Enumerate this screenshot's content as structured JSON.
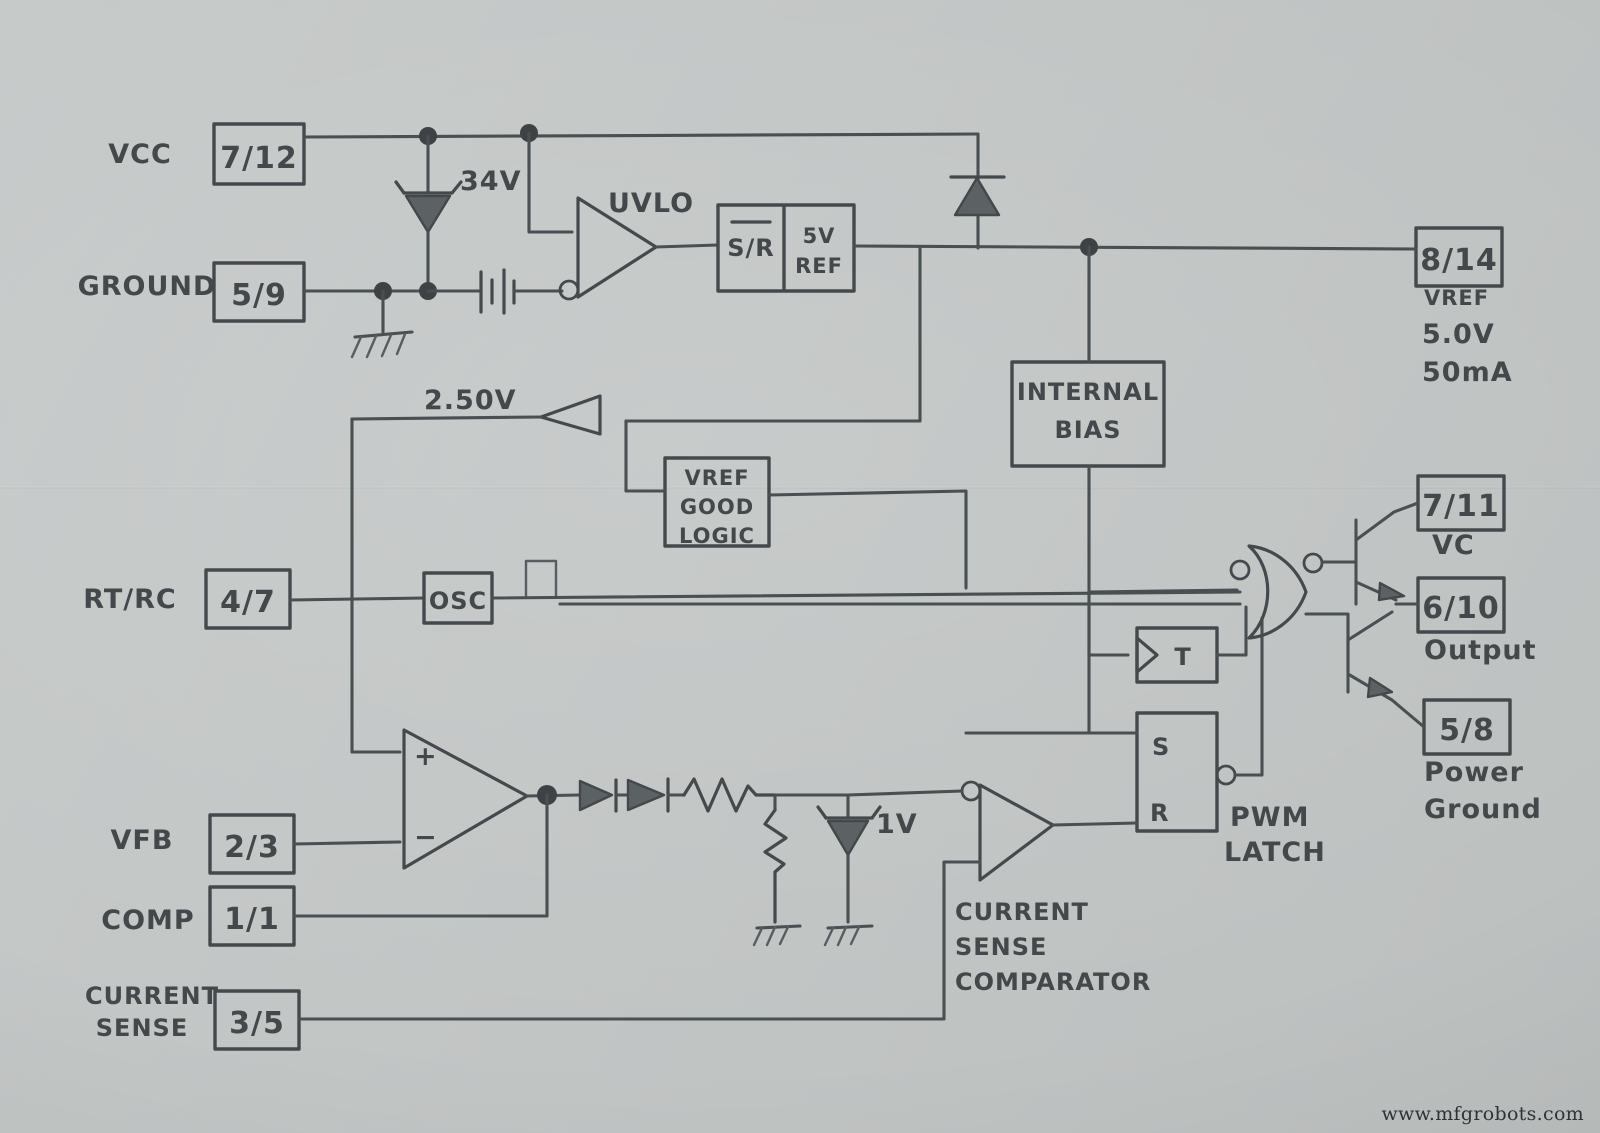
{
  "diagram": {
    "title": "Hand-drawn PWM controller internal block diagram",
    "watermark": "www.mfgrobots.com",
    "top_cut_text": "",
    "background_color": "#c3c7c6",
    "ink_color": "#45494c"
  },
  "pins": {
    "vcc": {
      "label": "VCC",
      "number": "7/12"
    },
    "ground": {
      "label": "GROUND",
      "number": "5/9"
    },
    "vref": {
      "label": "",
      "number": "8/14"
    },
    "rt_rc": {
      "label": "RT/RC",
      "number": "4/7"
    },
    "vfb": {
      "label": "VFB",
      "number": "2/3"
    },
    "comp": {
      "label": "COMP",
      "number": "1/1"
    },
    "current_sense": {
      "label": "CURRENT\nSENSE",
      "number": "3/5"
    },
    "vc": {
      "label": "VC",
      "number": "7/11"
    },
    "output": {
      "label": "Output",
      "number": "6/10"
    },
    "power_ground": {
      "label": "Power\nGround",
      "number": "5/8"
    }
  },
  "pin_labels": {
    "vcc": "VCC",
    "ground": "GROUND",
    "rt_rc": "RT/RC",
    "vfb": "VFB",
    "comp": "COMP",
    "current_sense_line1": "CURRENT",
    "current_sense_line2": "SENSE",
    "vc": "VC",
    "output": "Output",
    "power_ground_line1": "Power",
    "power_ground_line2": "Ground"
  },
  "blocks": {
    "uvlo": {
      "label": "UVLO"
    },
    "sr_ref": {
      "label_left": "S/R",
      "label_left_overbar": true,
      "label_right_line1": "5V",
      "label_right_line2": "REF"
    },
    "internal_bias": {
      "line1": "INTERNAL",
      "line2": "BIAS"
    },
    "vref_good": {
      "line1": "VREF",
      "line2": "GOOD",
      "line3": "LOGIC"
    },
    "osc": {
      "label": "OSC"
    },
    "toggle": {
      "label": "T"
    },
    "latch": {
      "set_label": "S",
      "reset_label": "R",
      "name_line1": "PWM",
      "name_line2": "LATCH"
    },
    "current_sense_comparator": {
      "line1": "CURRENT",
      "line2": "SENSE",
      "line3": "COMPARATOR"
    }
  },
  "annotations": {
    "zener_vcc": "34V",
    "zener_clamp": "1V",
    "ref_buffer": "2.50V",
    "vref_out_line1": "VREF",
    "vref_out_line2": "5.0V",
    "vref_out_line3": "50mA"
  },
  "amp_marks": {
    "plus": "+",
    "minus": "−"
  }
}
